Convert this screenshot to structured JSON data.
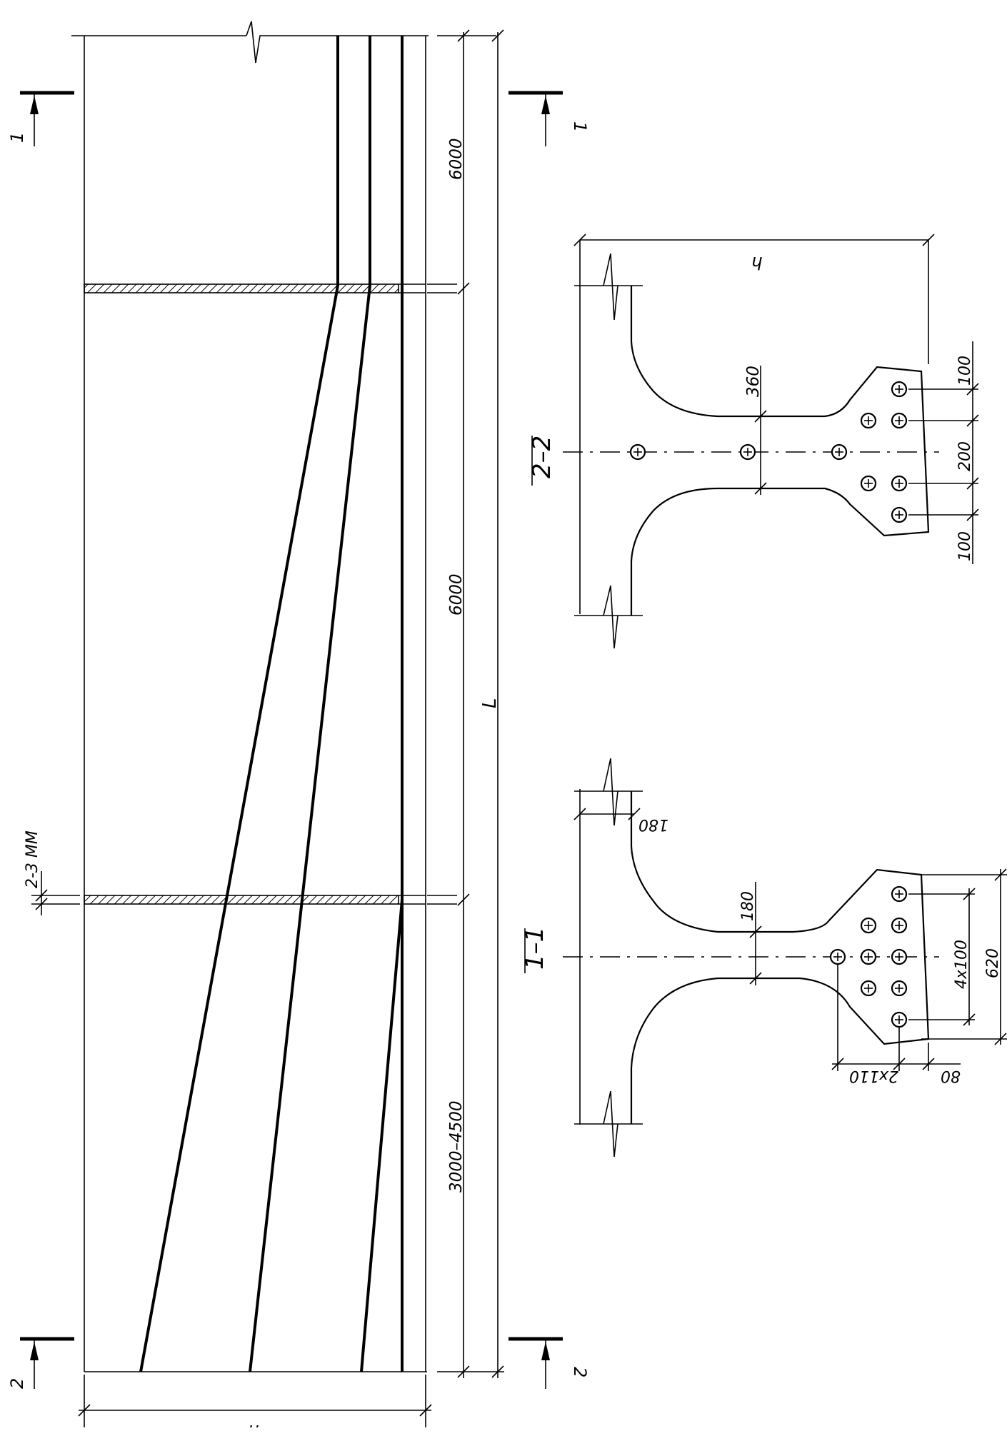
{
  "dims": {
    "seg_top": "6000",
    "seg_mid": "6000",
    "seg_bottom": "3000–4500",
    "total": "L",
    "width_bottom": "h",
    "gap": "2-3 MM",
    "s22_width": "h",
    "s22_web": "360",
    "s22_pitch_top": "100",
    "s22_pitch_mid": "200",
    "s22_pitch_bot": "100",
    "s11_flange_t": "180",
    "s11_web": "180",
    "s11_pitch": "4x100",
    "s11_total": "620",
    "s11_hpitch": "2x110",
    "s11_edge": "80"
  },
  "cuts": {
    "top_left": "1",
    "top_right": "1",
    "bottom_left": "2",
    "bottom_right": "2"
  },
  "sections": {
    "s11": "1–1",
    "s22": "2–2"
  }
}
